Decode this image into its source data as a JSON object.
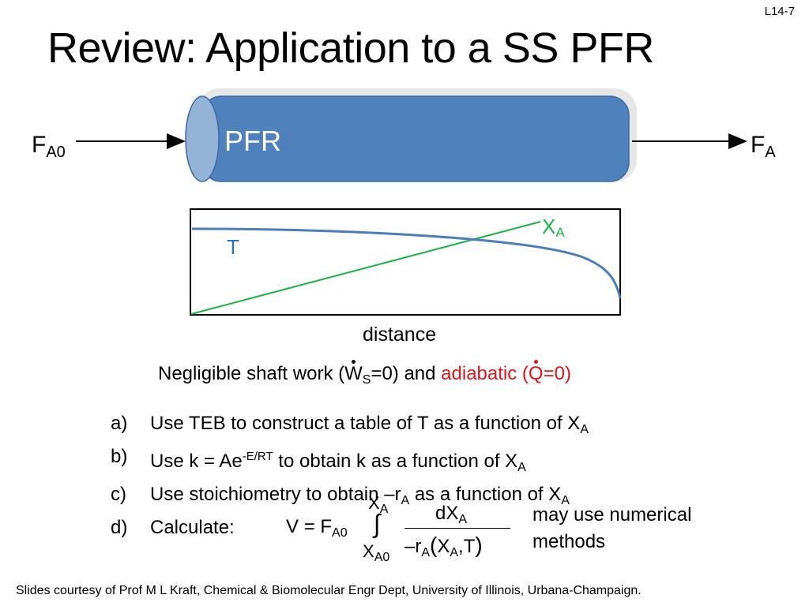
{
  "slide_number": "L14-7",
  "title": "Review: Application to a SS PFR",
  "reactor": {
    "label": "PFR",
    "inlet": {
      "main": "F",
      "sub": "A0"
    },
    "outlet": {
      "main": "F",
      "sub": "A"
    }
  },
  "profile": {
    "xa_main": "X",
    "xa_sub": "A",
    "t_label": "T",
    "xaxis_label": "distance"
  },
  "conditions": {
    "p1": "Negligible shaft work (",
    "w": "W",
    "w_sub": "S",
    "p2": "=0) and ",
    "adiabatic": "adiabatic (",
    "q": "Q",
    "p3": "=0)"
  },
  "steps": [
    {
      "letter": "a)",
      "text": "Use TEB to construct a table of T as a function of X",
      "sub": "A"
    },
    {
      "letter": "b)",
      "pre": "Use k = Ae",
      "sup": "-E/RT",
      "text": " to obtain k as a function of X",
      "sub": "A"
    },
    {
      "letter": "c)",
      "pre": "Use stoichiometry to obtain –r",
      "pre_sub": "A",
      "text": " as a function of X",
      "sub": "A"
    },
    {
      "letter": "d)",
      "text": "Calculate:"
    }
  ],
  "equation": {
    "lhs": "V",
    "eq": "=",
    "f": "F",
    "f_sub": "A0",
    "integral": "∫",
    "upper": "X",
    "upper_sub": "A",
    "lower": "X",
    "lower_sub": "A0",
    "num": "dX",
    "num_sub": "A",
    "den_r": "–r",
    "den_r_sub": "A",
    "den_open": "(",
    "den_x": "X",
    "den_x_sub": "A",
    "den_rest": ",T",
    "den_close": ")"
  },
  "note": [
    "may use numerical",
    "methods"
  ],
  "footer": "Slides courtesy of Prof M L Kraft, Chemical & Biomolecular Engr Dept, University of Illinois, Urbana-Champaign.",
  "colors": {
    "reactor_fill": "#4f81bd",
    "reactor_end": "#95b3d7",
    "xa_line": "#1db24a",
    "t_line": "#4a7ebb",
    "adiabatic": "#e0141b"
  }
}
